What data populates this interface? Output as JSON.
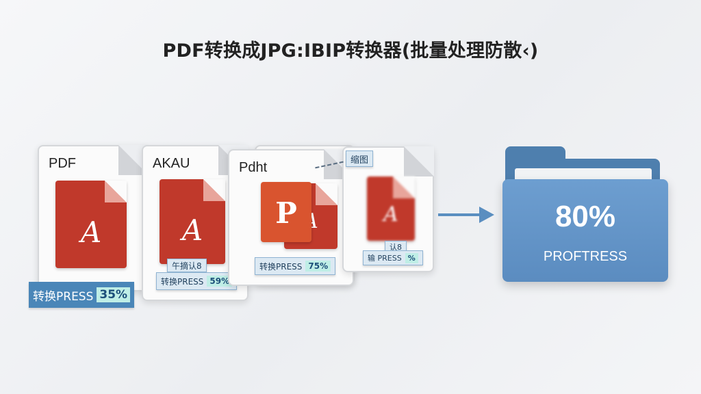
{
  "title": "PDF转换成JPG:IBIP转换器(批量处理防散‹)",
  "files": [
    {
      "label": "PDF",
      "ribbon_text": "转换PRESS",
      "percent": "35%"
    },
    {
      "label": "AKAU",
      "ribbon_top": "午摘认8",
      "ribbon_text": "转换PRESS",
      "percent": "59%"
    },
    {
      "label": "Pdht",
      "ribbon_text": "转换PRESS",
      "percent": "75%"
    },
    {
      "label": "",
      "tag": "缩图",
      "ribbon_top": "认8",
      "ribbon_text": "输 PRESS",
      "percent": "%"
    }
  ],
  "output": {
    "percent": "80%",
    "label": "PROFTRESS"
  },
  "colors": {
    "pdf_red": "#c0392b",
    "ribbon_blue": "#4a86b8",
    "folder_blue": "#5b8cc0",
    "percent_bg": "#bfeee6"
  }
}
